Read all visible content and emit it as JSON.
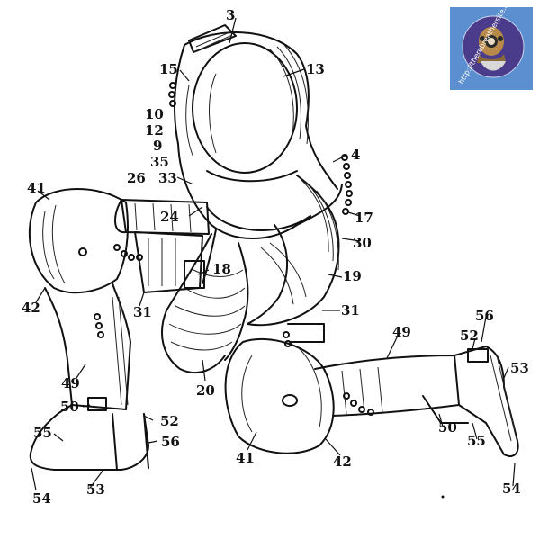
{
  "labels": {
    "l3": "3",
    "l13": "13",
    "l15": "15",
    "l10": "10",
    "l12": "12",
    "l9": "9",
    "l4": "4",
    "l35": "35",
    "l26": "26",
    "l33": "33",
    "l41a": "41",
    "l24": "24",
    "l17": "17",
    "l30": "30",
    "l18": "18",
    "l19": "19",
    "l42a": "42",
    "l31a": "31",
    "l31b": "31",
    "l49a": "49",
    "l56a": "56",
    "l52a": "52",
    "l53a": "53",
    "l20": "20",
    "l49b": "49",
    "l50a": "50",
    "l52b": "52",
    "l56b": "56",
    "l55a": "55",
    "l50b": "50",
    "l55b": "55",
    "l41b": "41",
    "l42b": "42",
    "l54a": "54",
    "l53b": "53",
    "l54b": "54"
  },
  "logo": {
    "url": "http://therebreathersite.nl",
    "background": "#5b8fd0"
  },
  "colors": {
    "ink": "#111111",
    "paper": "#ffffff"
  }
}
